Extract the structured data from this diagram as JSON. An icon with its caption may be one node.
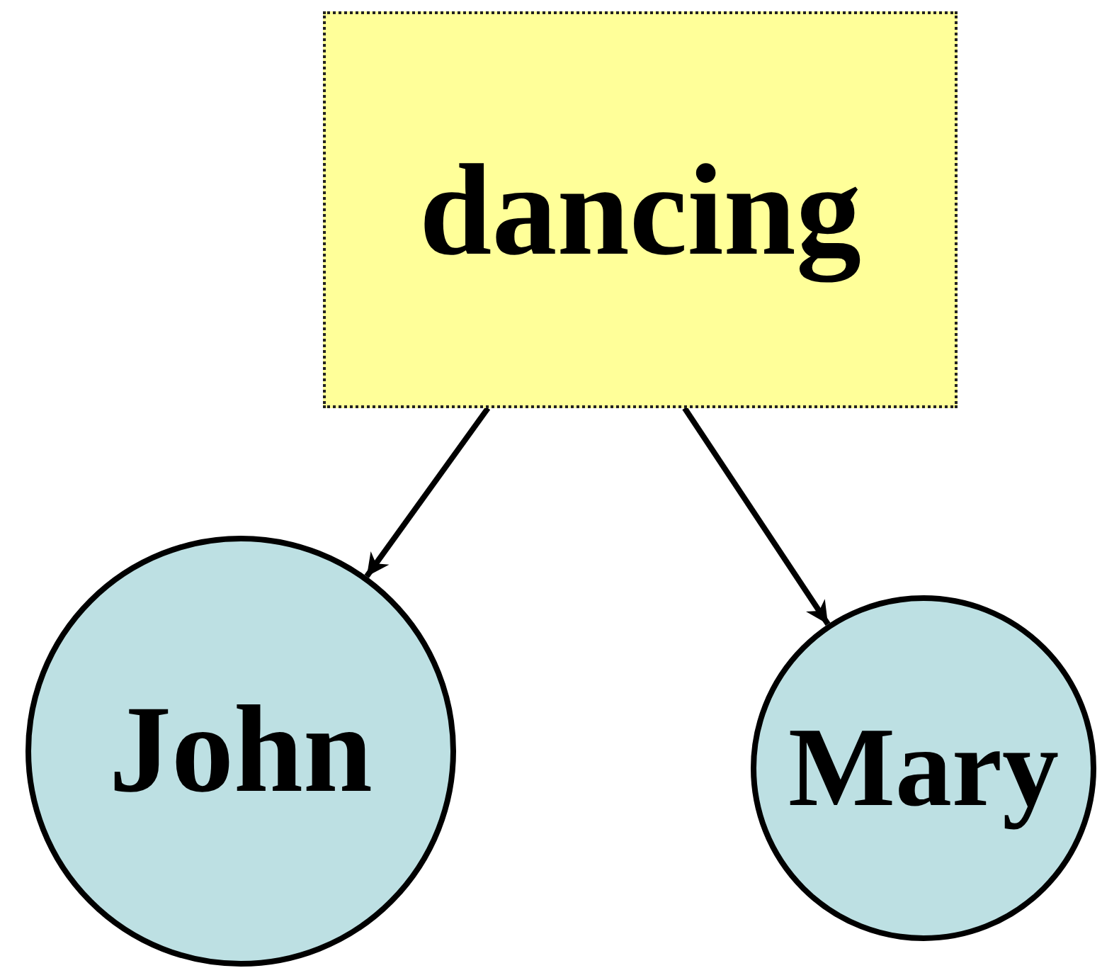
{
  "diagram": {
    "nodes": [
      {
        "text": [
          "dancing"
        ]
      },
      {
        "text": [
          "John"
        ]
      },
      {
        "text": [
          "Mary"
        ]
      }
    ],
    "edges": [
      {
        "from": 0,
        "to": 1,
        "arrow": "to"
      },
      {
        "from": 0,
        "to": 2,
        "arrow": "to"
      }
    ]
  }
}
